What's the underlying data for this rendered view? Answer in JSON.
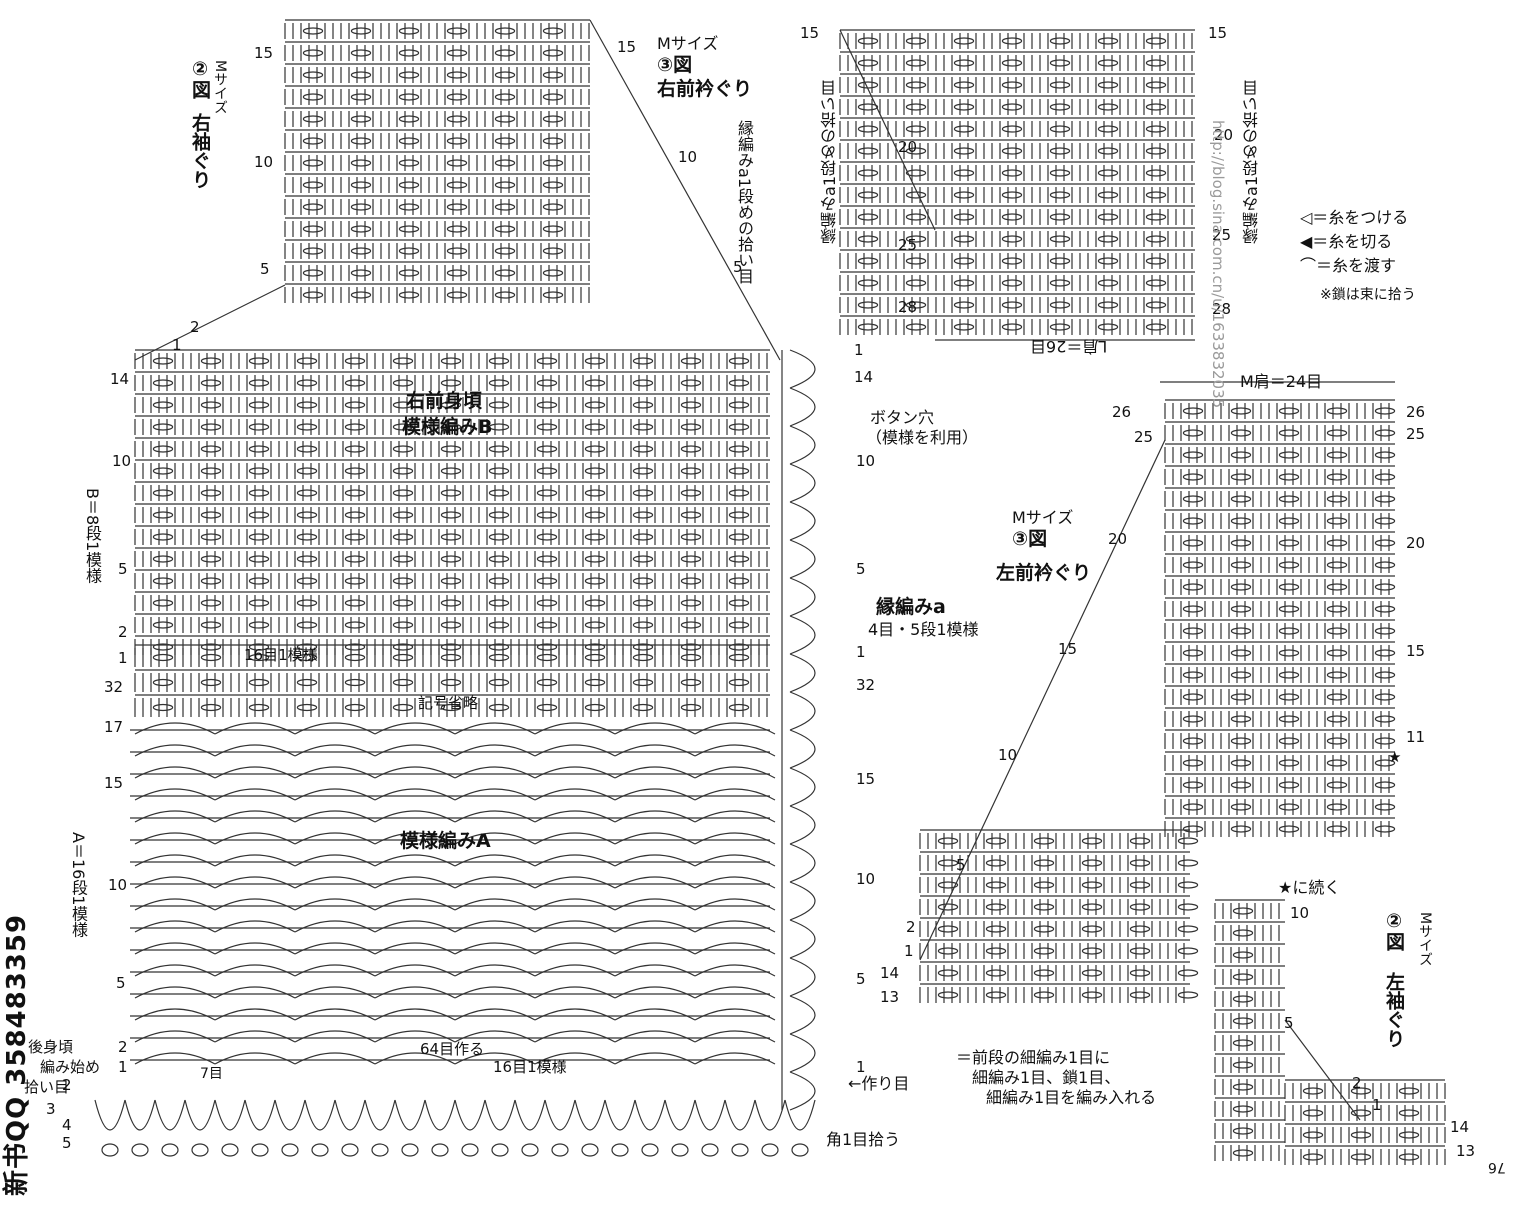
{
  "body": {
    "title": "右前身頃",
    "pattern": "模様編みB",
    "pattern_a": "模様編みA",
    "symbol_omitted": "記号省略",
    "b_repeat": "B＝8段1模様",
    "a_repeat": "A＝16段1模様",
    "repeat_16": "16目1模様",
    "foundation_64": "64目作る",
    "seven": "7目",
    "back_start": "後身頃",
    "back_start2": "編み始め",
    "pickup": "拾い目",
    "buttonhole": "ボタン穴",
    "buttonhole_note": "（模様を利用）",
    "edging": "縁編みa",
    "edging_repeat": "4目・5段1模様",
    "edge_first_row": "縁編みa",
    "edge_first_row2": "1段めの拾い目",
    "cast_on": "←作り目",
    "corner": "角1目拾う",
    "row_labels_left": [
      "14",
      "10",
      "5",
      "2",
      "1",
      "32",
      "17",
      "15",
      "10",
      "5",
      "2",
      "1",
      "2",
      "3",
      "4",
      "5"
    ],
    "row_labels_right": [
      "1",
      "14",
      "10",
      "5",
      "1",
      "32",
      "15",
      "10",
      "5",
      "1"
    ]
  },
  "fig_right_armhole": {
    "fig": "②図",
    "size": "Mサイズ",
    "title": "右袖ぐり",
    "rows": [
      "15",
      "10",
      "5",
      "2",
      "1"
    ]
  },
  "fig_right_neck": {
    "size": "Mサイズ",
    "fig": "③図",
    "title": "右前衿ぐり",
    "rows": [
      "15",
      "10",
      "5"
    ]
  },
  "fig_upside": {
    "rows_left": [
      "15",
      "20",
      "25",
      "28"
    ],
    "rows_right": [
      "15",
      "20",
      "25",
      "28"
    ],
    "note_left": "縁編みa1段めの拾い目",
    "note_right": "縁編みa1段めの拾い目",
    "shoulder": "L肩＝26目"
  },
  "legend": {
    "attach": "◁＝糸をつける",
    "cut": "◀＝糸を切る",
    "pass": "＝糸を渡す",
    "note": "※鎖は束に拾う"
  },
  "fig_left_neck": {
    "shoulder": "M肩＝24目",
    "size": "Mサイズ",
    "fig": "③図",
    "title": "左前衿ぐり",
    "rows_left": [
      "26",
      "25",
      "20",
      "15",
      "10",
      "5",
      "2",
      "1",
      "14",
      "13"
    ],
    "rows_right": [
      "26",
      "25",
      "20",
      "15",
      "11"
    ],
    "star": "★"
  },
  "fig_left_armhole": {
    "continue": "★に続く",
    "fig": "②図",
    "size": "Mサイズ",
    "title": "左袖ぐり",
    "rows": [
      "10",
      "5",
      "2",
      "1",
      "14",
      "13"
    ]
  },
  "stitch_note": {
    "line1": "＝前段の細編み1目に",
    "line2": "細編み1目、鎖1目、",
    "line3": "細編み1目を編み入れる"
  },
  "watermark": "http://blog.sina.com.cn/u/1633832035",
  "qq": "新书QQ 358483359",
  "page_no": "76"
}
